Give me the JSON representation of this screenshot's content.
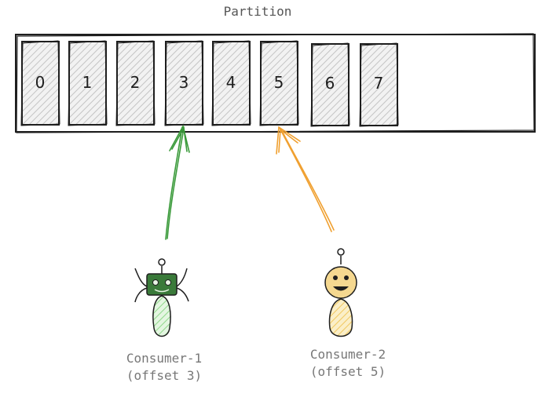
{
  "title": "Partition",
  "offsets": [
    "0",
    "1",
    "2",
    "3",
    "4",
    "5",
    "6",
    "7"
  ],
  "consumers": [
    {
      "name": "Consumer-1",
      "offset_label": "(offset 3)",
      "offset": 3,
      "color": "#3a9a3a",
      "fill": "#b9e8b4",
      "head_fill": "#3a7a3a"
    },
    {
      "name": "Consumer-2",
      "offset_label": "(offset 5)",
      "offset": 5,
      "color": "#f0a030",
      "fill": "#f5d890",
      "head_fill": "#f5d890"
    }
  ],
  "colors": {
    "stroke": "#1e1e1e",
    "cell_fill": "#dcdcdc",
    "label_text": "#777777",
    "title_text": "#555555"
  }
}
